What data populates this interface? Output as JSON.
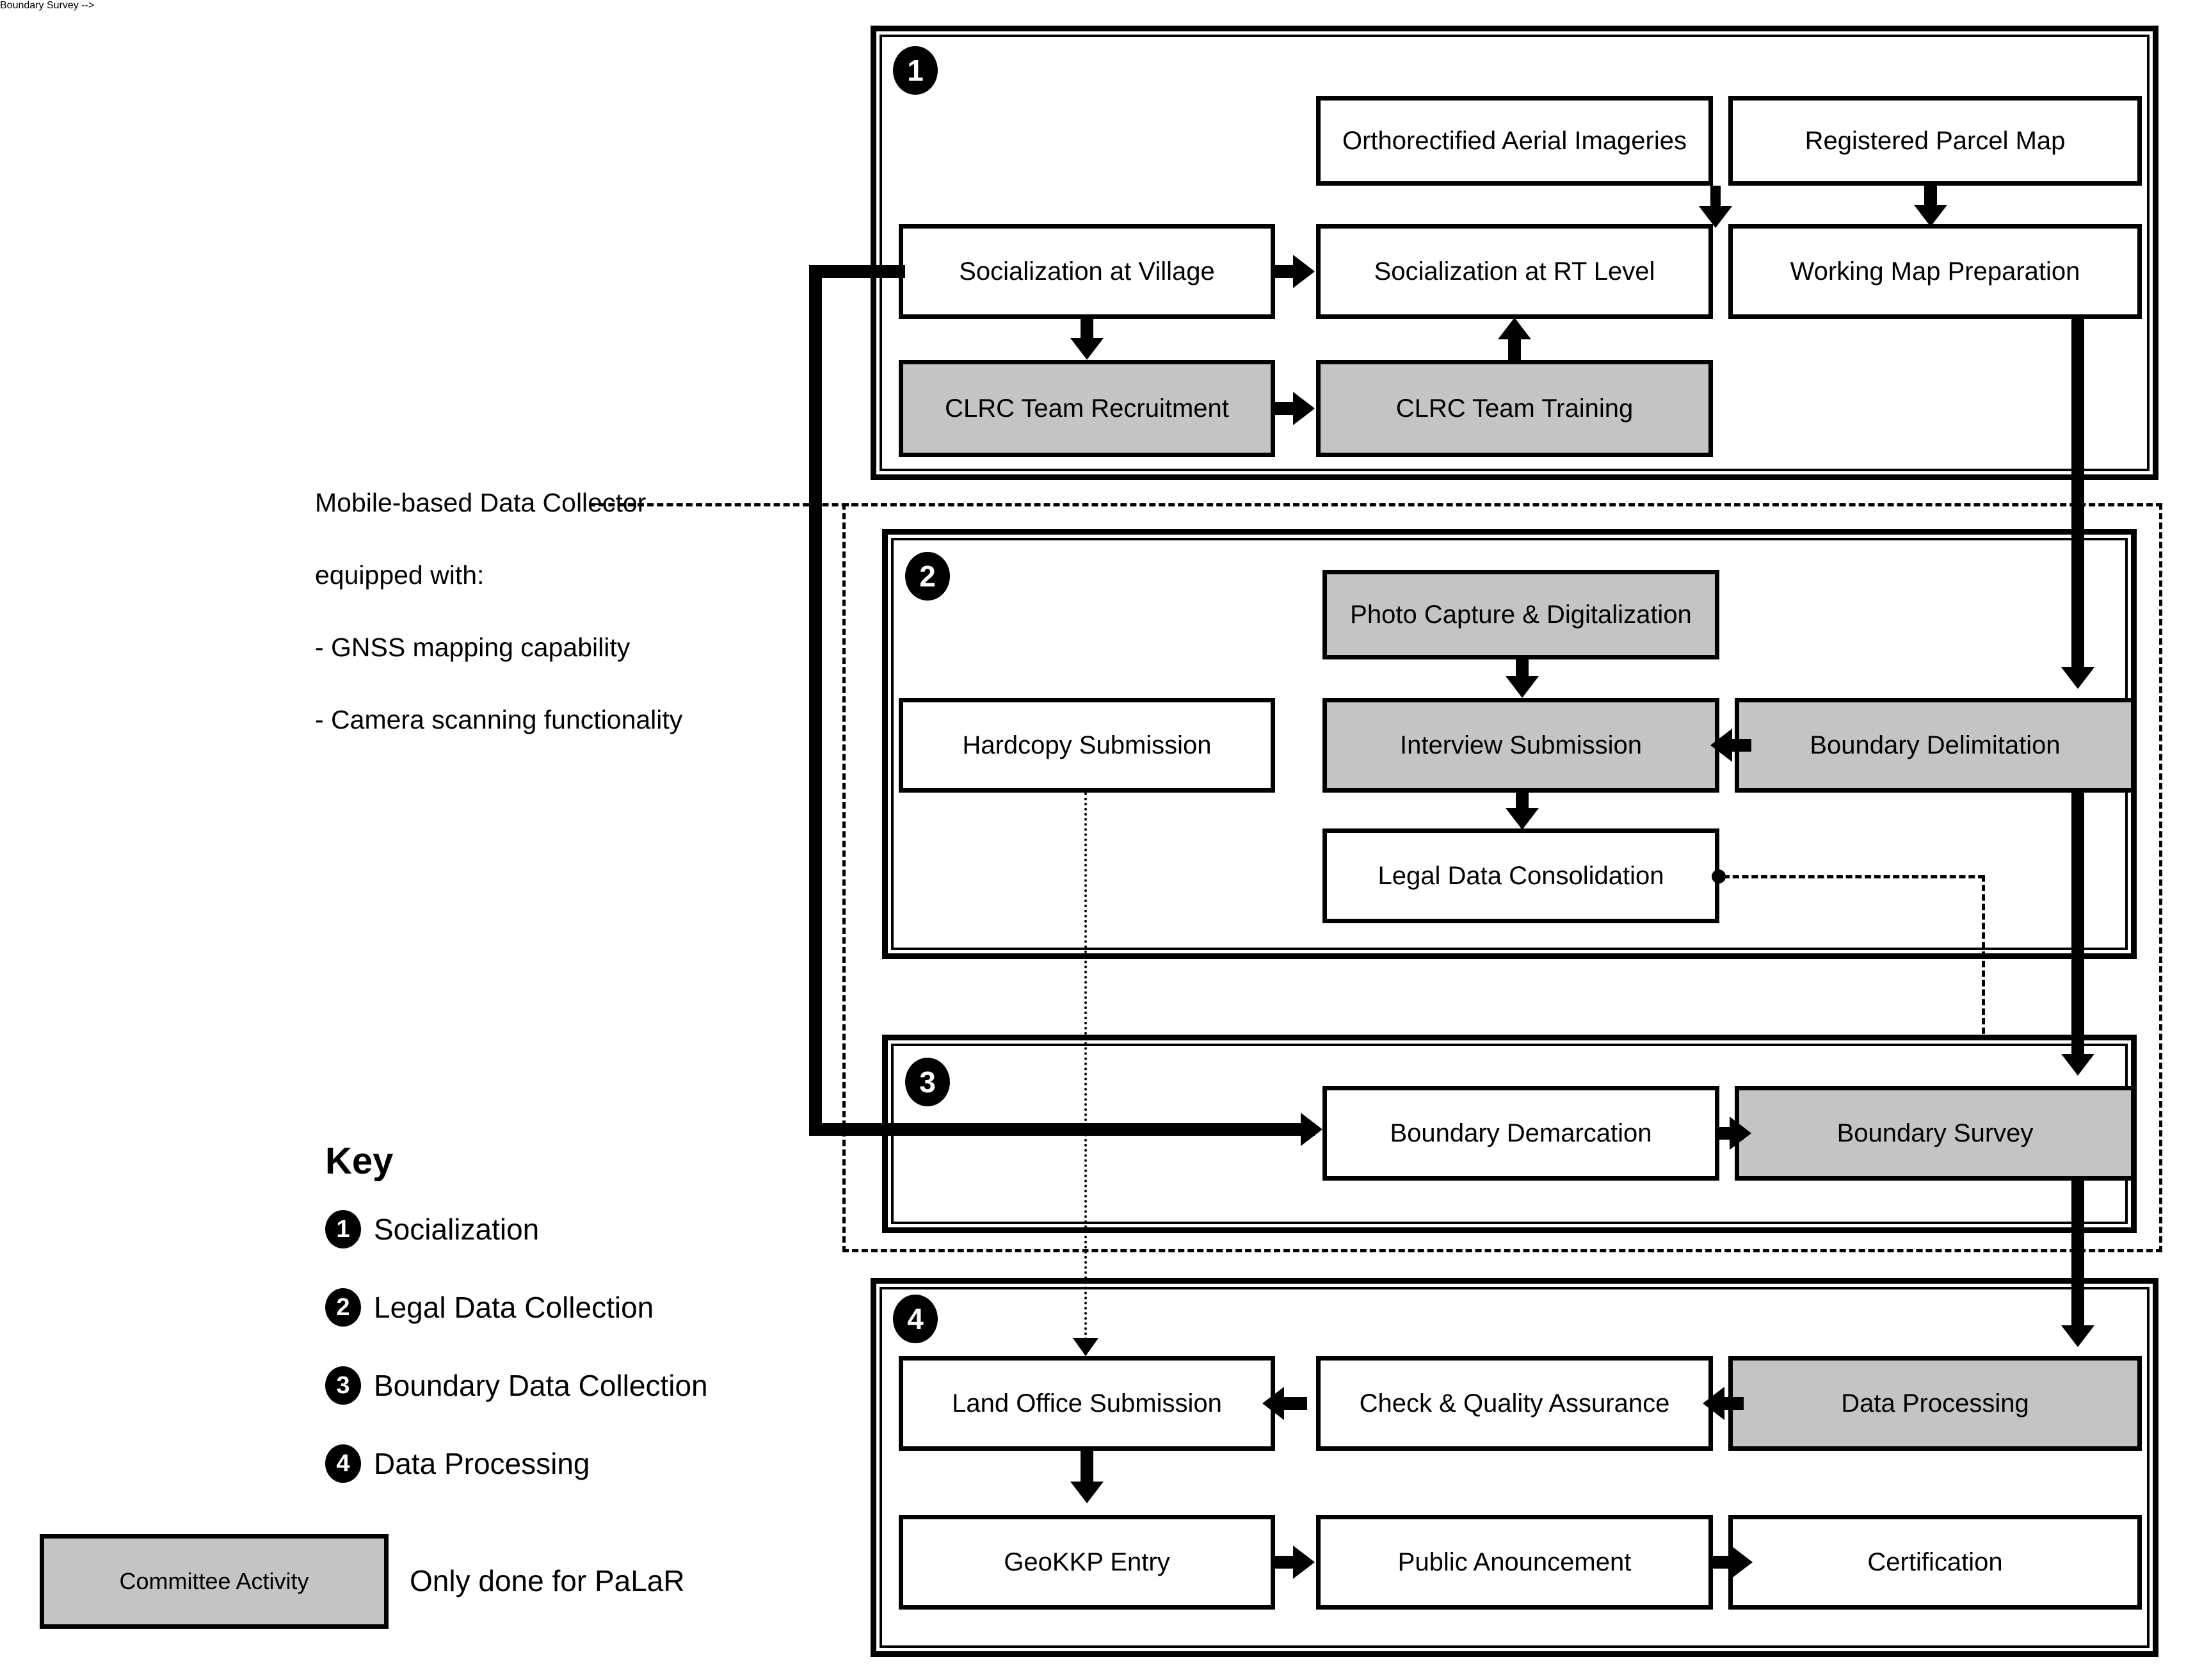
{
  "diagram": {
    "annotation": {
      "line1": "Mobile-based Data Collector",
      "line2": "equipped with:",
      "line3": "- GNSS mapping capability",
      "line4": "- Camera scanning functionality"
    },
    "stages": [
      {
        "number": "1",
        "key_label": "Socialization",
        "boxes": [
          {
            "id": "ortho-imageries",
            "label": "Orthorectified Aerial Imageries",
            "fill": "white"
          },
          {
            "id": "registered-parcel",
            "label": "Registered Parcel Map",
            "fill": "white"
          },
          {
            "id": "socialization-village",
            "label": "Socialization at Village",
            "fill": "white"
          },
          {
            "id": "socialization-rt",
            "label": "Socialization at RT Level",
            "fill": "white"
          },
          {
            "id": "working-map",
            "label": "Working Map Preparation",
            "fill": "white"
          },
          {
            "id": "clrc-recruitment",
            "label": "CLRC Team Recruitment",
            "fill": "gray"
          },
          {
            "id": "clrc-training",
            "label": "CLRC Team Training",
            "fill": "gray"
          }
        ]
      },
      {
        "number": "2",
        "key_label": "Legal Data Collection",
        "boxes": [
          {
            "id": "photo-capture",
            "label": "Photo Capture & Digitalization",
            "fill": "gray"
          },
          {
            "id": "hardcopy-submission",
            "label": "Hardcopy Submission",
            "fill": "white"
          },
          {
            "id": "interview-submission",
            "label": "Interview Submission",
            "fill": "gray"
          },
          {
            "id": "boundary-delimitation",
            "label": "Boundary Delimitation",
            "fill": "gray"
          },
          {
            "id": "legal-data-consolidation",
            "label": "Legal Data Consolidation",
            "fill": "white"
          }
        ]
      },
      {
        "number": "3",
        "key_label": "Boundary Data Collection",
        "boxes": [
          {
            "id": "boundary-demarcation",
            "label": "Boundary Demarcation",
            "fill": "white"
          },
          {
            "id": "boundary-survey",
            "label": "Boundary Survey",
            "fill": "gray"
          }
        ]
      },
      {
        "number": "4",
        "key_label": "Data Processing",
        "boxes": [
          {
            "id": "land-office-submission",
            "label": "Land Office Submission",
            "fill": "white"
          },
          {
            "id": "check-quality",
            "label": "Check & Quality Assurance",
            "fill": "white"
          },
          {
            "id": "data-processing",
            "label": "Data Processing",
            "fill": "gray"
          },
          {
            "id": "geokkp-entry",
            "label": "GeoKKP Entry",
            "fill": "white"
          },
          {
            "id": "public-announcement",
            "label": "Public Anouncement",
            "fill": "white"
          },
          {
            "id": "certification",
            "label": "Certification",
            "fill": "white"
          }
        ]
      }
    ]
  },
  "key": {
    "title": "Key",
    "items": [
      {
        "number": "1",
        "label": "Socialization"
      },
      {
        "number": "2",
        "label": "Legal Data Collection"
      },
      {
        "number": "3",
        "label": "Boundary Data Collection"
      },
      {
        "number": "4",
        "label": "Data Processing"
      }
    ],
    "legend_swatch_label": "Committee Activity",
    "legend_note": "Only done for PaLaR"
  },
  "colors": {
    "committee_fill": "#c4c4c4",
    "outline": "#000000",
    "background": "#ffffff"
  }
}
